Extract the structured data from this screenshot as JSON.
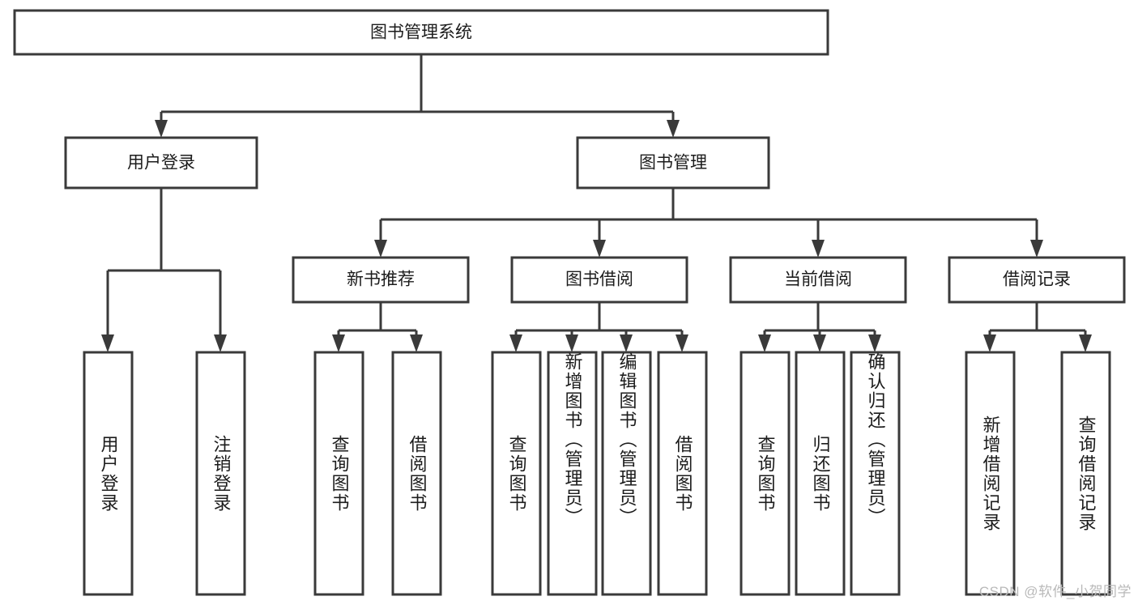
{
  "diagram": {
    "type": "hierarchy-tree",
    "title": "图书管理系统",
    "watermark": "CSDN @软件_小贺同学",
    "colors": {
      "box_stroke": "#3a3a3a",
      "box_fill": "#ffffff",
      "text": "#1c1c1c",
      "background": "#ffffff",
      "watermark": "#b9b9b9"
    },
    "nodes": {
      "root": {
        "label": "图书管理系统",
        "level": 1
      },
      "level2": [
        {
          "id": "user-login",
          "label": "用户登录"
        },
        {
          "id": "book-management",
          "label": "图书管理"
        }
      ],
      "level3": [
        {
          "id": "new-book-recommend",
          "label": "新书推荐",
          "parent": "book-management"
        },
        {
          "id": "book-borrow",
          "label": "图书借阅",
          "parent": "book-management"
        },
        {
          "id": "current-borrow",
          "label": "当前借阅",
          "parent": "book-management"
        },
        {
          "id": "borrow-record",
          "label": "借阅记录",
          "parent": "book-management"
        }
      ],
      "leaves": [
        {
          "id": "leaf-user-login",
          "label": "用户登录",
          "parent": "user-login"
        },
        {
          "id": "leaf-logout-login",
          "label": "注销登录",
          "parent": "user-login"
        },
        {
          "id": "leaf-query-book-1",
          "label": "查询图书",
          "parent": "new-book-recommend"
        },
        {
          "id": "leaf-borrow-book-1",
          "label": "借阅图书",
          "parent": "new-book-recommend"
        },
        {
          "id": "leaf-query-book-2",
          "label": "查询图书",
          "parent": "book-borrow"
        },
        {
          "id": "leaf-add-book",
          "label": "新增图书（管理员）",
          "parent": "book-borrow"
        },
        {
          "id": "leaf-edit-book",
          "label": "编辑图书（管理员）",
          "parent": "book-borrow"
        },
        {
          "id": "leaf-borrow-book-2",
          "label": "借阅图书",
          "parent": "book-borrow"
        },
        {
          "id": "leaf-query-book-3",
          "label": "查询图书",
          "parent": "current-borrow"
        },
        {
          "id": "leaf-return-book",
          "label": "归还图书",
          "parent": "current-borrow"
        },
        {
          "id": "leaf-confirm-return",
          "label": "确认归还（管理员）",
          "parent": "current-borrow"
        },
        {
          "id": "leaf-add-record",
          "label": "新增借阅记录",
          "parent": "borrow-record"
        },
        {
          "id": "leaf-query-record",
          "label": "查询借阅记录",
          "parent": "borrow-record"
        }
      ]
    }
  }
}
